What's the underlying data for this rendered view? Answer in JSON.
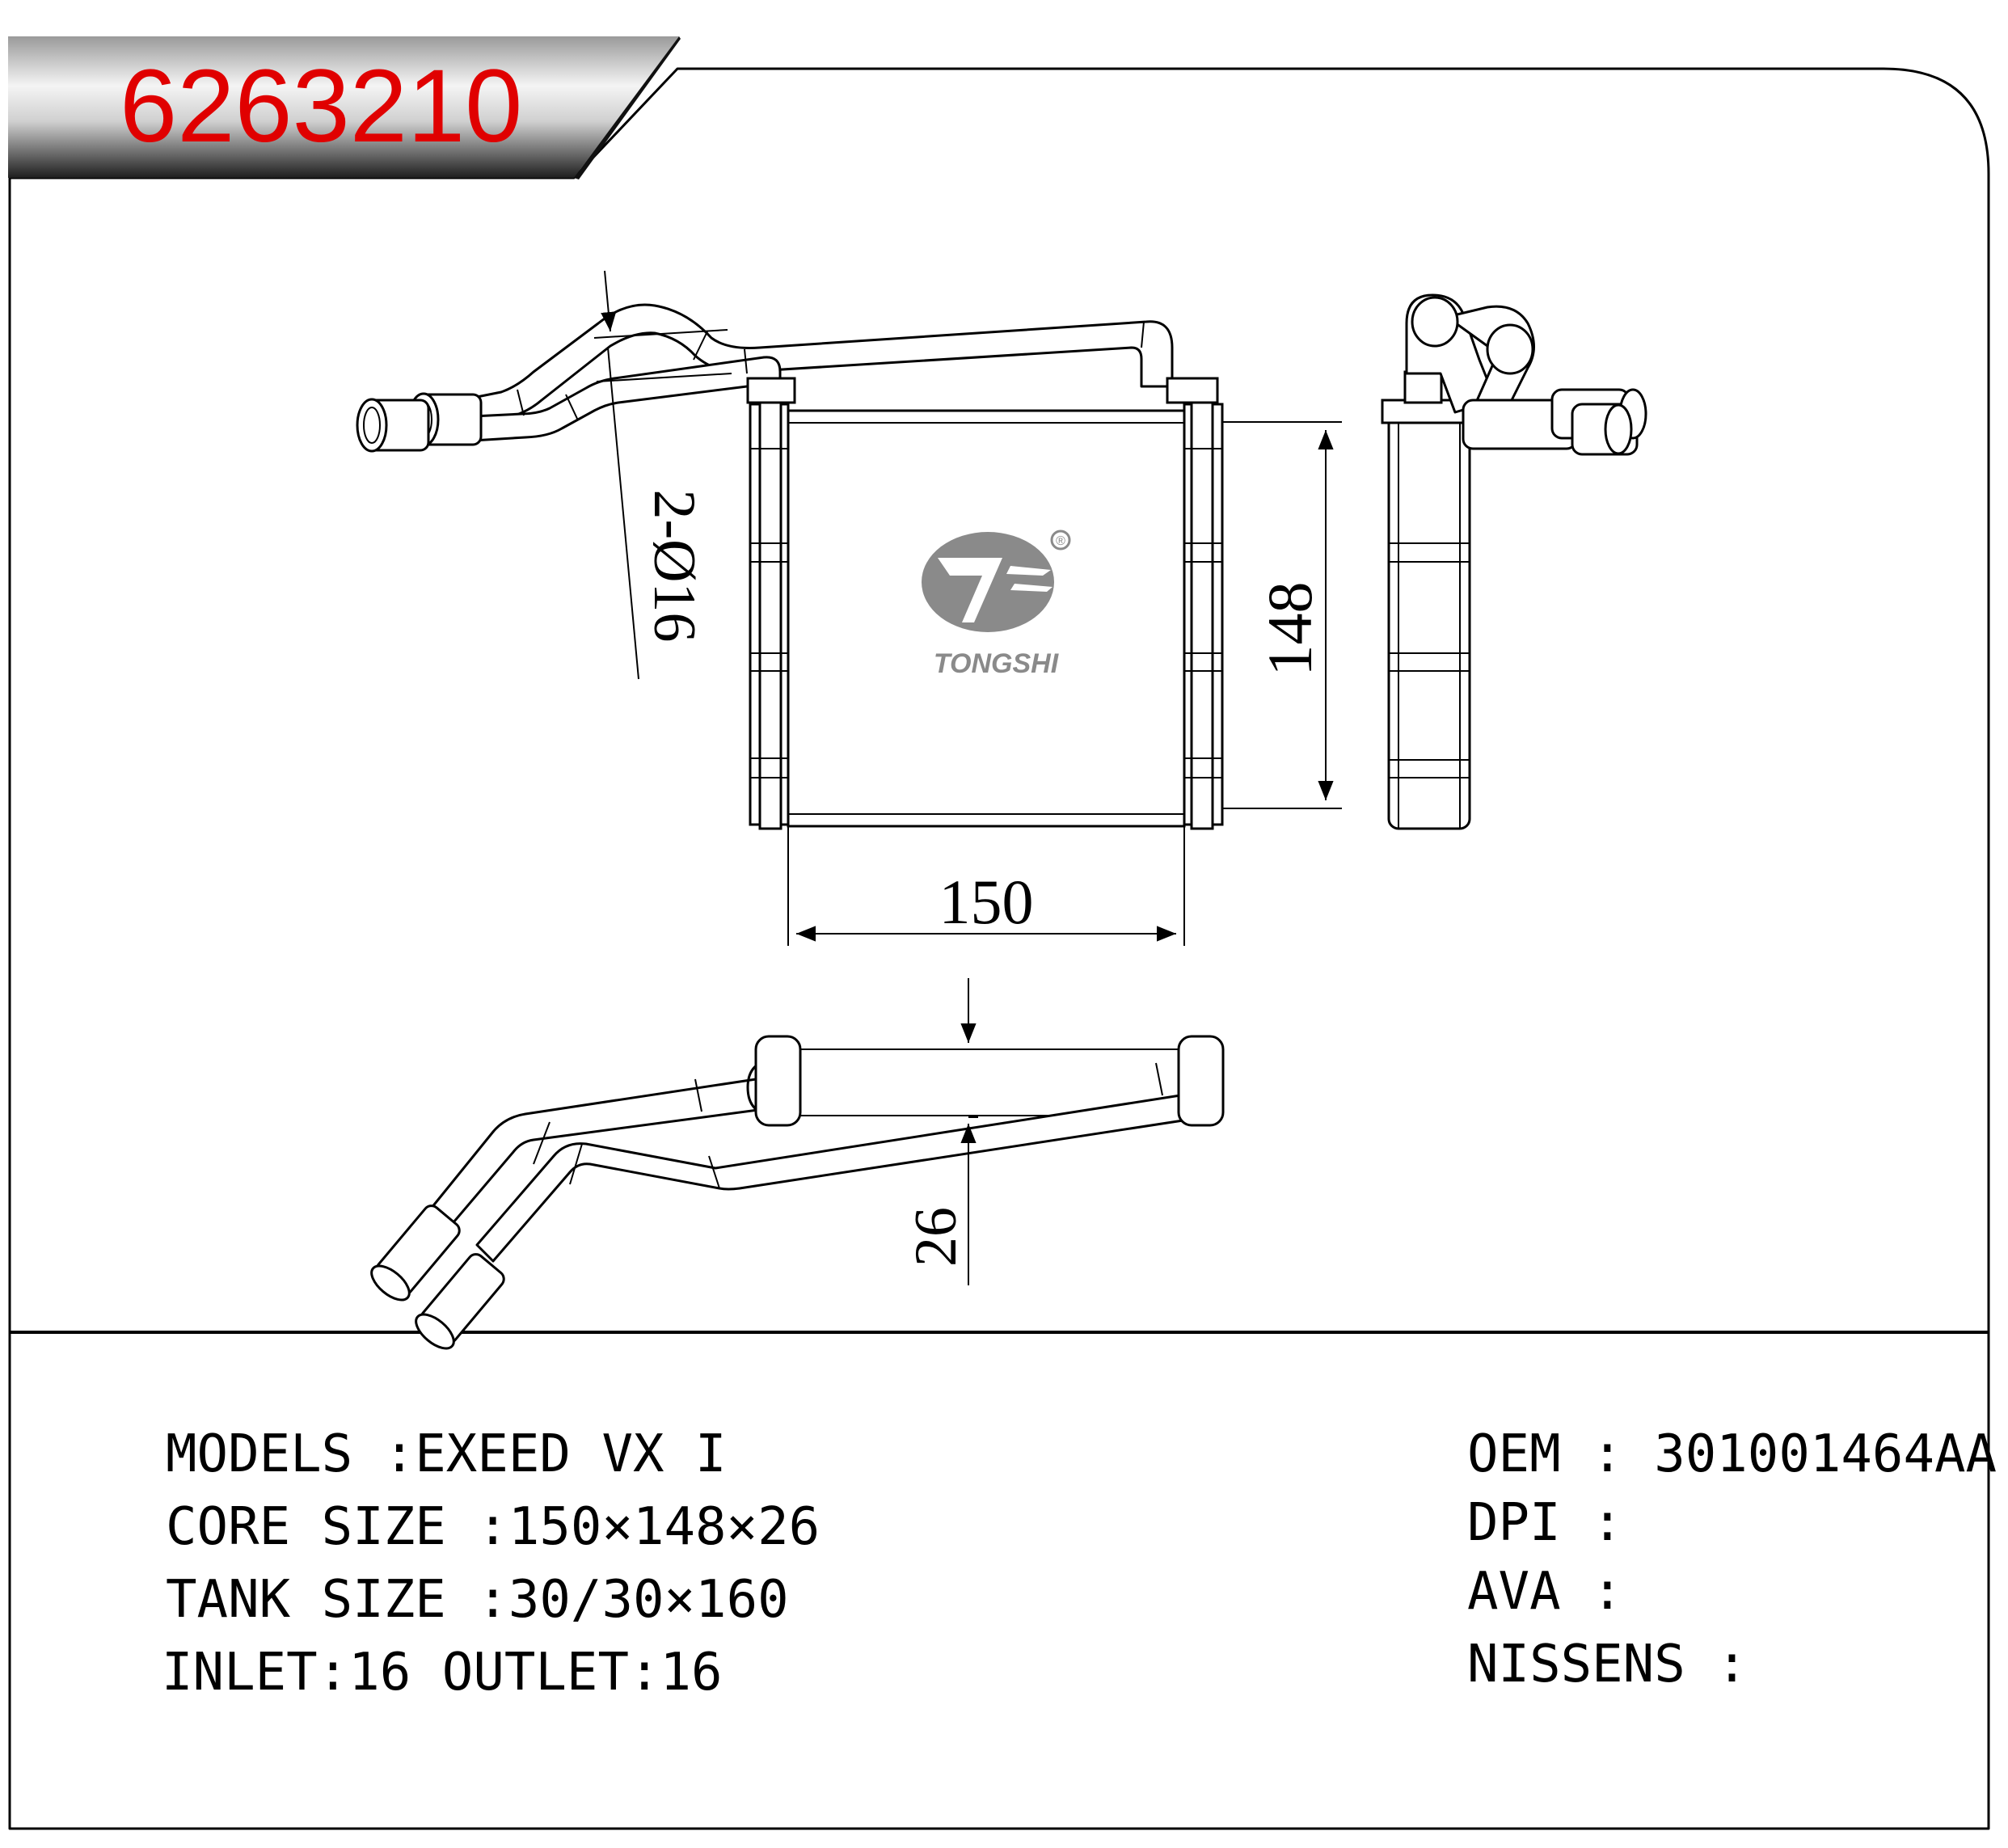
{
  "part_number": "6263210",
  "brand": {
    "logo_text": "TONGSHI",
    "registered_mark": "®"
  },
  "dimensions": {
    "width": "150",
    "height": "148",
    "depth": "26",
    "pipe_callout": "2-Ø16"
  },
  "specs_left": [
    {
      "label": "MODELS",
      "sep": " :",
      "value": "EXEED  VX I"
    },
    {
      "label": "CORE SIZE",
      "sep": " :",
      "value": "150×148×26"
    },
    {
      "label": "TANK SIZE",
      "sep": " :",
      "value": "30/30×160"
    },
    {
      "label": "INLET",
      "sep": ":",
      "value": "16  OUTLET:16"
    }
  ],
  "specs_right": [
    {
      "label": "OEM",
      "sep": " : ",
      "value": "301001464AA"
    },
    {
      "label": "DPI",
      "sep": " : ",
      "value": ""
    },
    {
      "label": "AVA",
      "sep": " : ",
      "value": ""
    },
    {
      "label": "NISSENS",
      "sep": " : ",
      "value": ""
    }
  ],
  "colors": {
    "part_number": "#e00000",
    "banner_dark": "#2a2a2a",
    "logo_grey": "#8a8a8a"
  }
}
